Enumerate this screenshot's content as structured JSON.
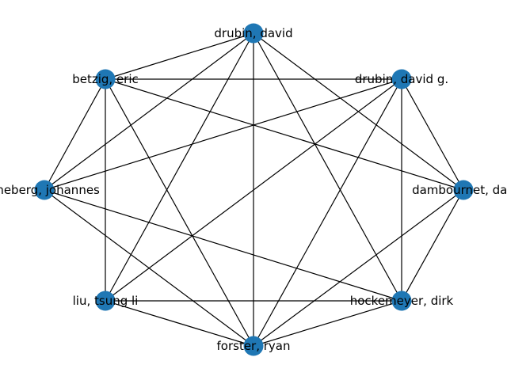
{
  "graph": {
    "node_color": "#1f77b4",
    "edge_color": "#000000",
    "nodes": [
      {
        "id": "drubin_david",
        "label": "drubin, david"
      },
      {
        "id": "drubin_david_g",
        "label": "drubin, david g."
      },
      {
        "id": "dambournet",
        "label": "dambournet, dap"
      },
      {
        "id": "hockemeyer",
        "label": "hockemeyer, dirk"
      },
      {
        "id": "forster",
        "label": "forster, ryan"
      },
      {
        "id": "liu",
        "label": "liu, tsung li"
      },
      {
        "id": "schoneberg",
        "label": "oneberg, johannes"
      },
      {
        "id": "betzig",
        "label": "betzig, eric"
      }
    ],
    "edges": [
      [
        "drubin_david",
        "betzig"
      ],
      [
        "drubin_david",
        "schoneberg"
      ],
      [
        "drubin_david",
        "liu"
      ],
      [
        "drubin_david",
        "forster"
      ],
      [
        "drubin_david",
        "hockemeyer"
      ],
      [
        "drubin_david",
        "dambournet"
      ],
      [
        "drubin_david_g",
        "betzig"
      ],
      [
        "drubin_david_g",
        "schoneberg"
      ],
      [
        "drubin_david_g",
        "liu"
      ],
      [
        "drubin_david_g",
        "forster"
      ],
      [
        "drubin_david_g",
        "hockemeyer"
      ],
      [
        "drubin_david_g",
        "dambournet"
      ],
      [
        "betzig",
        "schoneberg"
      ],
      [
        "betzig",
        "liu"
      ],
      [
        "betzig",
        "forster"
      ],
      [
        "betzig",
        "dambournet"
      ],
      [
        "schoneberg",
        "forster"
      ],
      [
        "schoneberg",
        "hockemeyer"
      ],
      [
        "liu",
        "forster"
      ],
      [
        "liu",
        "hockemeyer"
      ],
      [
        "forster",
        "hockemeyer"
      ],
      [
        "forster",
        "dambournet"
      ],
      [
        "hockemeyer",
        "dambournet"
      ]
    ]
  }
}
